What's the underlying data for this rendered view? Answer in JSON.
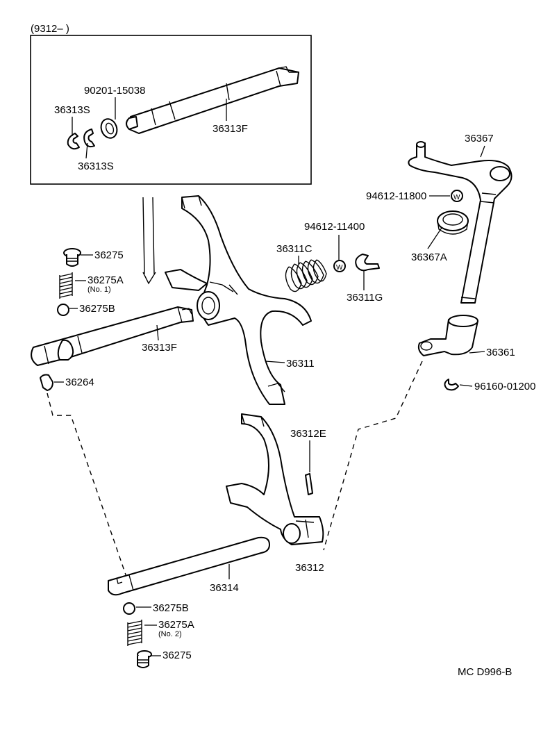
{
  "inset": {
    "date_range": "(9312–          )"
  },
  "labels": {
    "p_90201_15038": "90201-15038",
    "p_36313S_a": "36313S",
    "p_36313S_b": "36313S",
    "p_36313F_inset": "36313F",
    "p_36367": "36367",
    "p_94612_11800": "94612-11800",
    "p_94612_11400": "94612-11400",
    "p_36311C": "36311C",
    "p_36311G": "36311G",
    "p_36367A": "36367A",
    "p_36275_top": "36275",
    "p_36275A_top": "36275A",
    "p_36275A_top_sub": "(No. 1)",
    "p_36275B_top": "36275B",
    "p_36313F_main": "36313F",
    "p_36311": "36311",
    "p_36361": "36361",
    "p_96160_01200": "96160-01200",
    "p_36264": "36264",
    "p_36312E": "36312E",
    "p_36312": "36312",
    "p_36314": "36314",
    "p_36275B_bot": "36275B",
    "p_36275A_bot": "36275A",
    "p_36275A_bot_sub": "(No. 2)",
    "p_36275_bot": "36275",
    "washer_mark": "W"
  },
  "footer": {
    "code": "MC  D996-B"
  },
  "colors": {
    "ink": "#000000",
    "paper": "#ffffff"
  }
}
